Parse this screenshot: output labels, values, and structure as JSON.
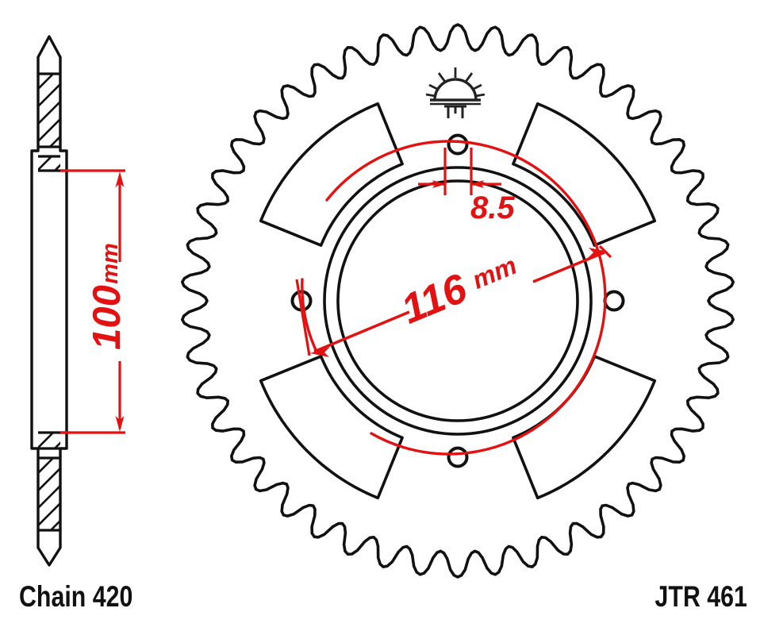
{
  "drawing": {
    "title_left": "Chain 420",
    "title_right": "JTR 461",
    "colors": {
      "outline": "#111111",
      "dimension": "#e21212",
      "background": "#ffffff"
    }
  },
  "dimensions": {
    "center_bore": {
      "value": "100",
      "unit": "mm",
      "orientation": "vertical"
    },
    "bolt_circle": {
      "value": "116",
      "unit": "mm",
      "orientation": "diagonal"
    },
    "bolt_hole": {
      "value": "8.5",
      "unit": "",
      "orientation": "horizontal"
    }
  },
  "views": {
    "side_view": {
      "name": "side-section-view"
    },
    "front_view": {
      "name": "front-face-view"
    }
  },
  "symbols": {
    "machining": "surface-finish-symbol"
  },
  "geometry": {
    "teeth_count": 46,
    "bolt_holes": 4,
    "lightening_holes": 4
  }
}
